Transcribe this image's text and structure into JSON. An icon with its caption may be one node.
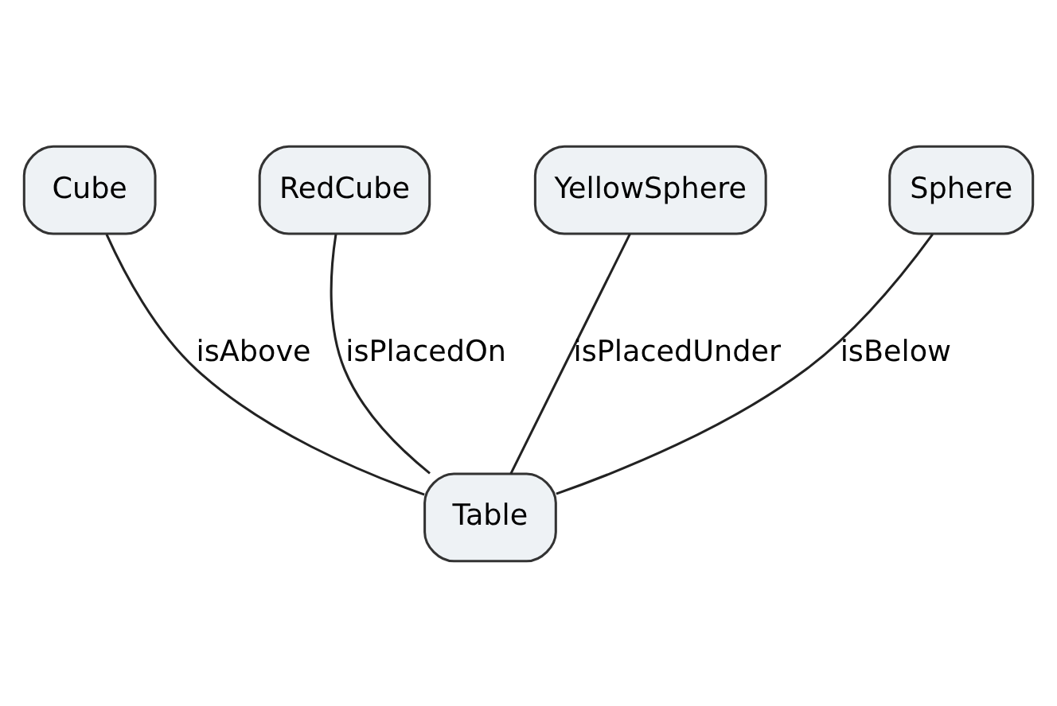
{
  "diagram": {
    "nodes": [
      {
        "text": [
          "Cube"
        ]
      },
      {
        "text": [
          "RedCube"
        ]
      },
      {
        "text": [
          "YellowSphere"
        ]
      },
      {
        "text": [
          "Sphere"
        ]
      },
      {
        "text": [
          "Table"
        ]
      }
    ],
    "edges": [
      {
        "from": 0,
        "to": 4,
        "arrow": "none",
        "label": "isAbove"
      },
      {
        "from": 1,
        "to": 4,
        "arrow": "none",
        "label": "isPlacedOn"
      },
      {
        "from": 2,
        "to": 4,
        "arrow": "none",
        "label": "isPlacedUnder"
      },
      {
        "from": 3,
        "to": 4,
        "arrow": "none",
        "label": "isBelow"
      }
    ]
  }
}
